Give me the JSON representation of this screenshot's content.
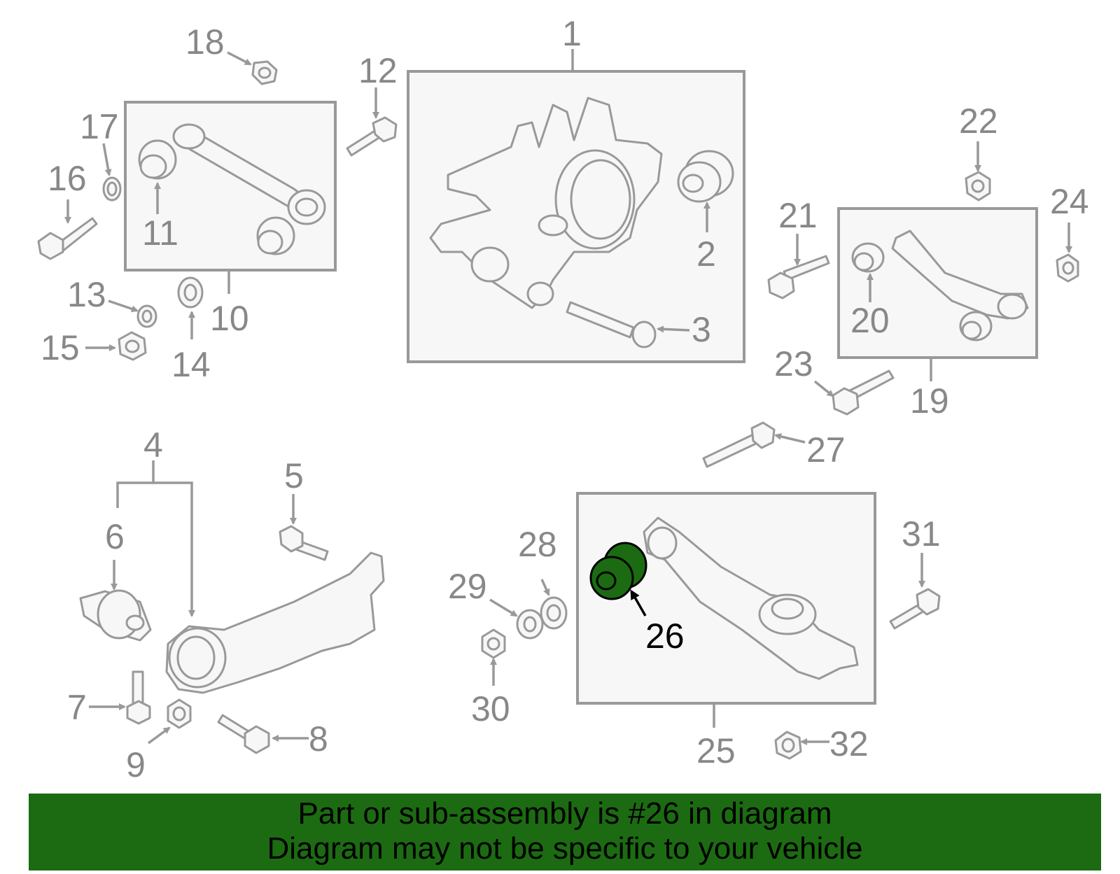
{
  "diagram": {
    "highlighted_callout": "26",
    "highlight_color": "#1c6b12",
    "line_color": "#999999",
    "callouts": [
      "1",
      "2",
      "3",
      "4",
      "5",
      "6",
      "7",
      "8",
      "9",
      "10",
      "11",
      "12",
      "13",
      "14",
      "15",
      "16",
      "17",
      "18",
      "19",
      "20",
      "21",
      "22",
      "23",
      "24",
      "25",
      "26",
      "27",
      "28",
      "29",
      "30",
      "31",
      "32"
    ]
  },
  "banner": {
    "line1": "Part or sub-assembly is #26 in diagram",
    "line2": "Diagram may not be specific to your vehicle"
  }
}
